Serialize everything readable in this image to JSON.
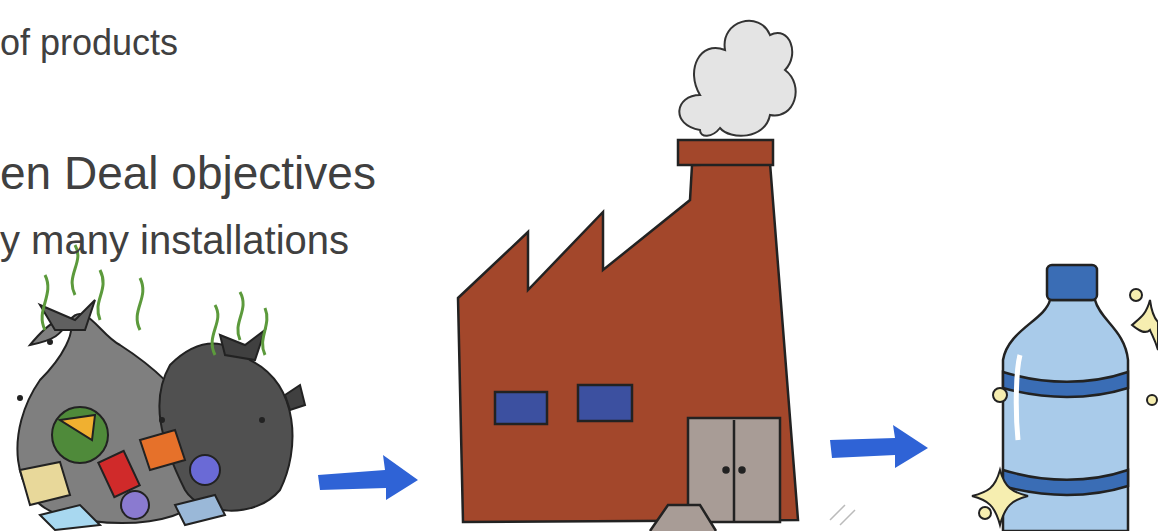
{
  "diagram": {
    "labels": [
      "of products",
      "en Deal objectives",
      "y many installations"
    ]
  }
}
